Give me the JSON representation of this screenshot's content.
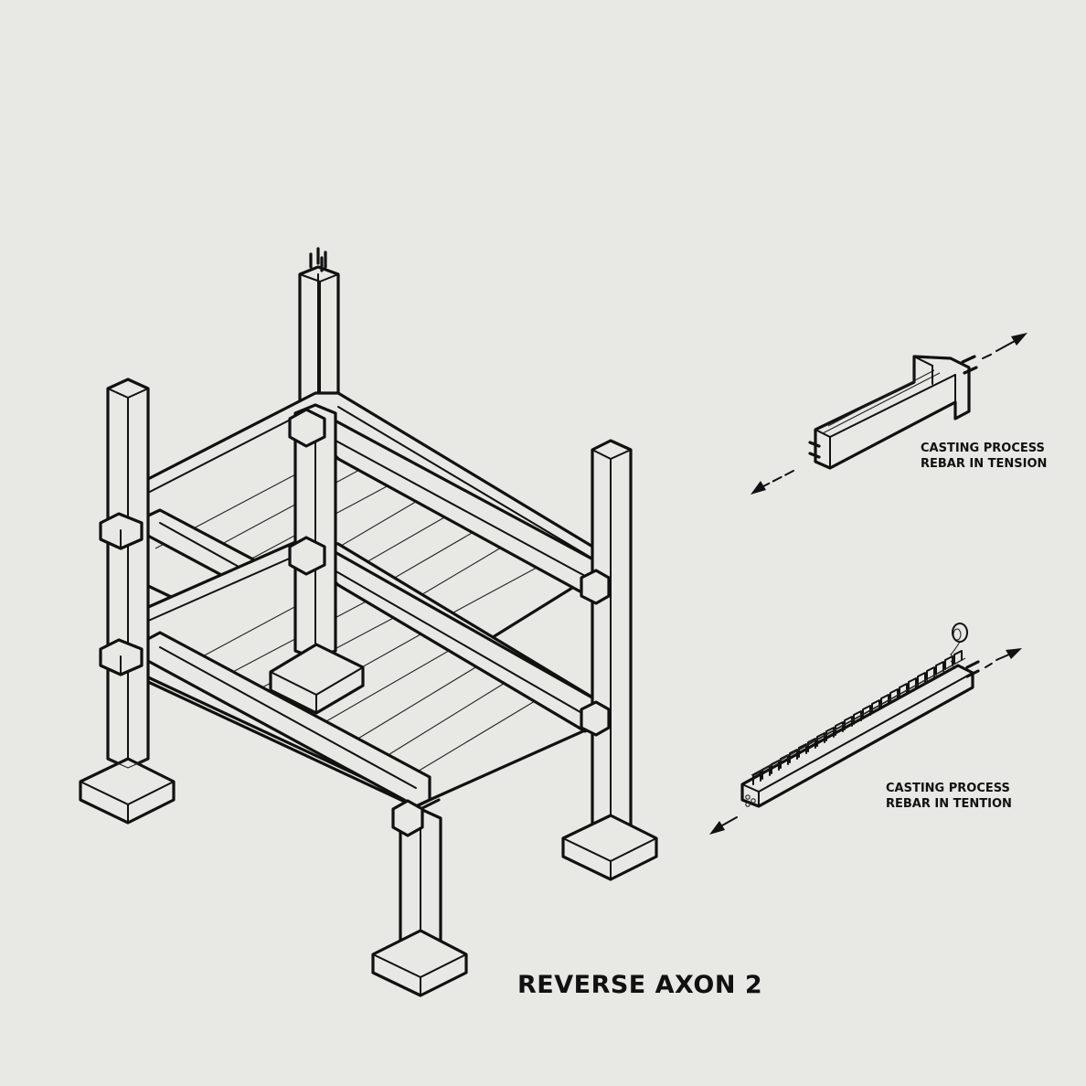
{
  "title": "REVERSE AXON 2",
  "callouts": {
    "tension": {
      "line1": "CASTING PROCESS",
      "line2": "REBAR IN TENSION"
    },
    "tention": {
      "line1": "CASTING PROCESS",
      "line2": "REBAR IN TENTION"
    }
  },
  "colors": {
    "background": "#e8e8e4",
    "ink": "#111111"
  }
}
